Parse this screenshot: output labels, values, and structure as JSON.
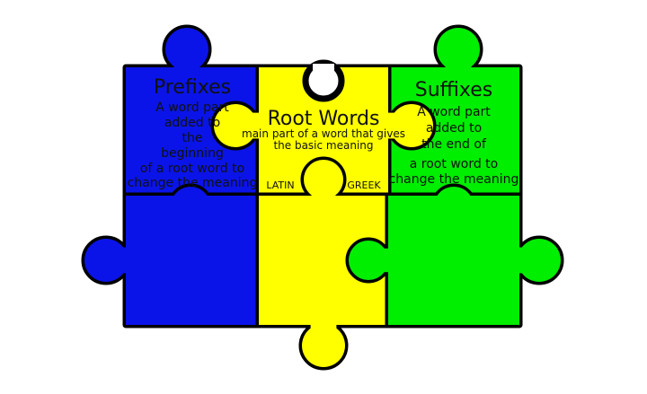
{
  "colors": {
    "prefix": "#0a14e8",
    "root": "#ffff00",
    "suffix": "#00ee00",
    "outline": "#000000"
  },
  "prefixes": {
    "title": "Prefixes",
    "lines": [
      "A word part",
      "added to",
      "the",
      "beginning",
      "of a root word to",
      "change the meaning"
    ]
  },
  "root_words": {
    "title": "Root Words",
    "lines": [
      "main part of a word that gives",
      "the basic meaning"
    ],
    "latin": "LATIN",
    "greek": "GREEK"
  },
  "suffixes": {
    "title": "Suffixes",
    "lines": [
      "A word part",
      "added to",
      "the end of",
      "a root word to",
      "change the meaning"
    ]
  }
}
